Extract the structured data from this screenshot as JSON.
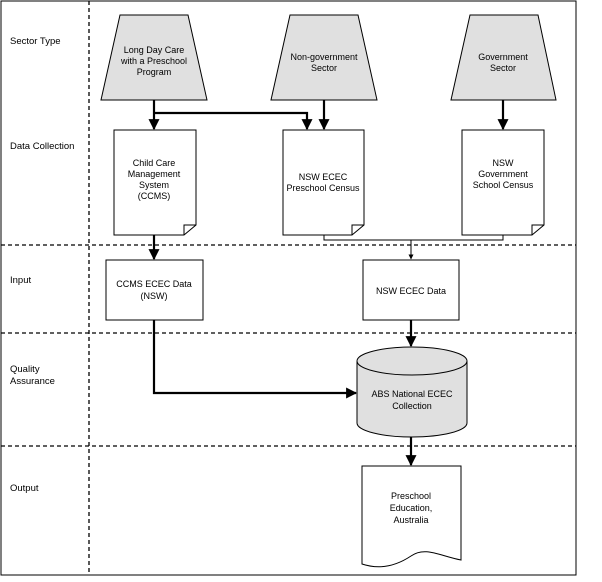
{
  "lanes": [
    {
      "id": "sector-type",
      "label": [
        "Sector Type"
      ]
    },
    {
      "id": "data-collection",
      "label": [
        "Data Collection"
      ]
    },
    {
      "id": "input",
      "label": [
        "Input"
      ]
    },
    {
      "id": "quality-assurance",
      "label": [
        "Quality",
        "Assurance"
      ]
    },
    {
      "id": "output",
      "label": [
        "Output"
      ]
    }
  ],
  "sectors": [
    {
      "id": "long-day-care",
      "lines": [
        "Long Day Care",
        "with a Preschool",
        "Program"
      ]
    },
    {
      "id": "non-government",
      "lines": [
        "Non-government",
        "Sector"
      ]
    },
    {
      "id": "government",
      "lines": [
        "Government",
        "Sector"
      ]
    }
  ],
  "collections": [
    {
      "id": "ccms",
      "lines": [
        "Child Care",
        "Management",
        "System",
        "(CCMS)"
      ]
    },
    {
      "id": "nsw-ecec-preschool-census",
      "lines": [
        "NSW ECEC",
        "Preschool Census"
      ]
    },
    {
      "id": "nsw-government-school-census",
      "lines": [
        "NSW",
        "Government",
        "School Census"
      ]
    }
  ],
  "inputs": [
    {
      "id": "ccms-ecec-data",
      "lines": [
        "CCMS ECEC Data",
        "(NSW)"
      ]
    },
    {
      "id": "nsw-ecec-data",
      "lines": [
        "NSW ECEC Data"
      ]
    }
  ],
  "quality_assurance": {
    "id": "abs-national-ecec-collection",
    "lines": [
      "ABS National ECEC",
      "Collection"
    ]
  },
  "output": {
    "id": "preschool-education-australia",
    "lines": [
      "Preschool",
      "Education,",
      "Australia"
    ]
  },
  "colors": {
    "shape_fill": "#e0e0e0",
    "line": "#000000",
    "background": "#ffffff"
  }
}
